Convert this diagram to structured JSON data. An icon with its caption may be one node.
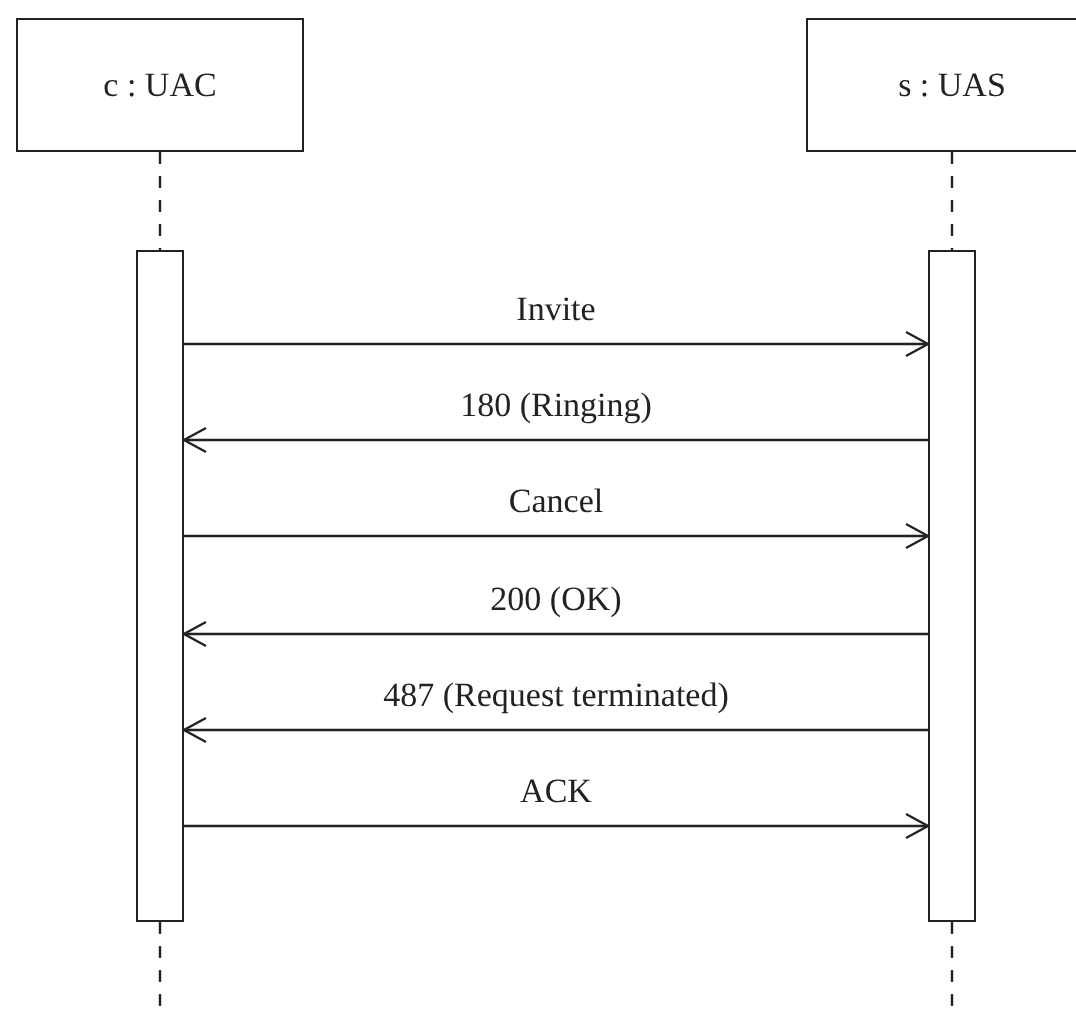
{
  "diagram": {
    "nodes": [
      {
        "text": [
          "c : UAC"
        ]
      },
      {
        "text": [
          "s : UAS"
        ]
      },
      {
        "text": [],
        "shape": "bar"
      },
      {
        "text": [],
        "shape": "bar"
      }
    ],
    "edges": [
      {
        "from": 0,
        "to": 2,
        "arrow": "none",
        "style": "dashed"
      },
      {
        "from": 1,
        "to": 3,
        "arrow": "none",
        "style": "dashed"
      },
      {
        "from": 2,
        "to": null,
        "arrow": "none",
        "style": "dashed"
      },
      {
        "from": 3,
        "to": null,
        "arrow": "none",
        "style": "dashed"
      },
      {
        "from": 2,
        "to": 3,
        "arrow": "to",
        "label": "Invite"
      },
      {
        "from": 3,
        "to": 2,
        "arrow": "to",
        "label": "180 (Ringing)"
      },
      {
        "from": 2,
        "to": 3,
        "arrow": "to",
        "label": "Cancel"
      },
      {
        "from": 3,
        "to": 2,
        "arrow": "to",
        "label": "200 (OK)"
      },
      {
        "from": 3,
        "to": 2,
        "arrow": "to",
        "label": "487 (Request terminated)"
      },
      {
        "from": 2,
        "to": 3,
        "arrow": "to",
        "label": "ACK"
      }
    ]
  }
}
